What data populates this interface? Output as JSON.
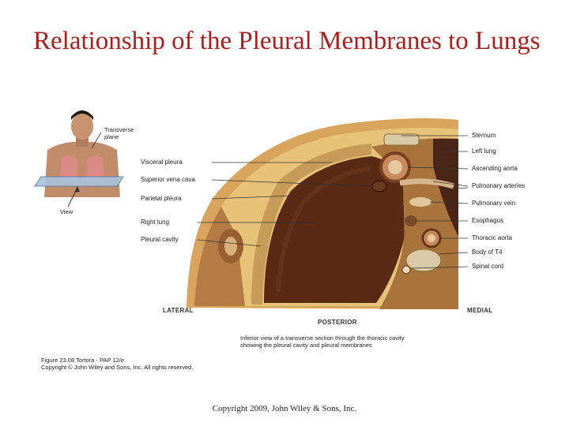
{
  "slide": {
    "title": "Relationship of the Pleural Membranes to Lungs",
    "footer": "Copyright 2009, John Wiley & Sons, Inc."
  },
  "inset": {
    "transverse_plane_line1": "Transverse",
    "transverse_plane_line2": "plane",
    "view_label": "View"
  },
  "left_labels": [
    "Visceral pleura",
    "Superior vena cava",
    "Parietal pleura",
    "Right lung",
    "Pleural cavity"
  ],
  "right_labels": [
    "Sternum",
    "Left lung",
    "Ascending aorta",
    "Pulmonary arteries",
    "Pulmonary vein",
    "Esophagus",
    "Thoracic aorta",
    "Body of T4",
    "Spinal cord"
  ],
  "orientation": {
    "lateral": "LATERAL",
    "posterior": "POSTERIOR",
    "medial": "MEDIAL"
  },
  "caption": {
    "line1": "Inferior view of a transverse section through the thoracic cavity",
    "line2": "showing the pleural cavity and pleural membranes"
  },
  "figure_credit": {
    "line1": "Figure 23.08  Tortora - PAP 12/e",
    "line2": "Copyright © John Wiley and Sons, Inc. All rights reserved."
  },
  "colors": {
    "title": "#b01c1c",
    "tissue_dark": "#4a2414",
    "tissue_mid": "#7a3f1e",
    "fat": "#e7c37a",
    "bone": "#d9c9a6"
  }
}
